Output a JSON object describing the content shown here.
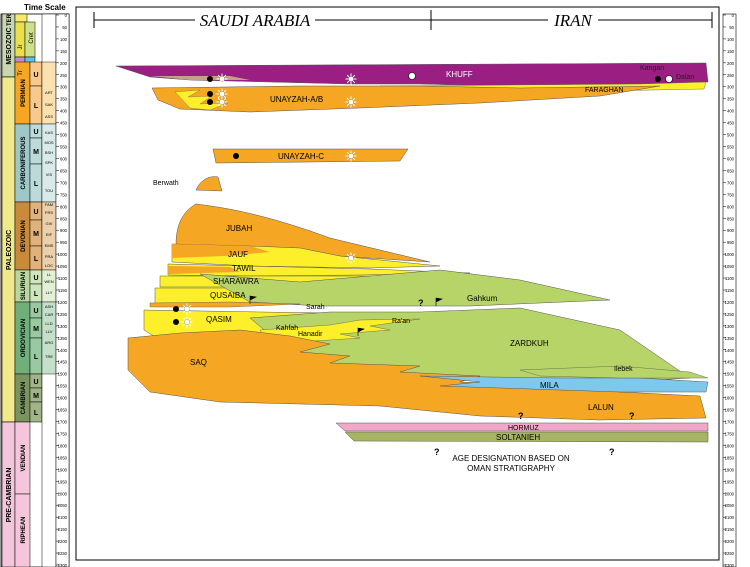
{
  "header": {
    "time_scale_label": "Time Scale",
    "country_left": "SAUDI ARABIA",
    "country_right": "IRAN"
  },
  "scale": {
    "ticks": [
      0,
      50,
      100,
      150,
      200,
      250,
      300,
      350,
      400,
      450,
      500,
      550,
      600,
      650,
      700,
      750,
      800,
      850,
      900,
      950,
      1000,
      1050,
      1100,
      1150,
      1200,
      1250,
      1300,
      1350,
      1400,
      1450,
      1500,
      1550,
      1600,
      1650,
      1700,
      1750,
      1800,
      1850,
      1900,
      1950,
      2000,
      2050,
      2100,
      2150,
      2200,
      2250,
      2300
    ]
  },
  "time_column": {
    "eras": [
      "MESOZOIC",
      "PALEOZOIC",
      "PRE-CAMBRIAN"
    ],
    "era_suffix": "TER",
    "periods": [
      "Tr",
      "Jr",
      "Cret",
      "PERMIAN",
      "CARBONIFEROUS",
      "DEVONIAN",
      "SILURIAN",
      "ORDOVICIAN",
      "CAMBRIAN",
      "VENDIAN",
      "RIPHEAN"
    ],
    "epochs": [
      "U",
      "L",
      "U",
      "M",
      "L",
      "U",
      "M",
      "L",
      "U",
      "L",
      "U",
      "M",
      "L",
      "U",
      "M",
      "L"
    ],
    "stages": [
      "ART",
      "SAK",
      "ASS",
      "KAS",
      "MOS",
      "BSH",
      "SPK",
      "VIS",
      "TOU",
      "FAM",
      "FRS",
      "GIV",
      "EIF",
      "EMS",
      "PRA",
      "LOC",
      "LL",
      "WEN",
      "LLY",
      "ASH",
      "CAR",
      "LLD",
      "LLV",
      "ARG",
      "TRE"
    ]
  },
  "units": {
    "khuff": "KHUFF",
    "kangan": "Kangan",
    "dalan": "Dalan",
    "faraghan": "FARAGHAN",
    "unayzah_ab": "UNAYZAH-A/B",
    "unayzah_c": "UNAYZAH-C",
    "berwath": "Berwath",
    "jubah": "JUBAH",
    "jauf": "JAUF",
    "tawil": "TAWIL",
    "sharawra": "SHARAWRA",
    "qusaiba": "QUSAIBA",
    "sarah": "Sarah",
    "gahkum": "Gahkum",
    "qasim": "QASIM",
    "raan": "Ra'an",
    "kahfah": "Kahfah",
    "hanadir": "Hanadir",
    "zardkuh": "ZARDKUH",
    "saq": "SAQ",
    "ilebek": "Ilebek",
    "mila": "MILA",
    "lalun": "LALUN",
    "hormuz": "HORMUZ",
    "soltanieh": "SOLTANIEH"
  },
  "note": {
    "line1": "AGE DESIGNATION BASED ON",
    "line2": "OMAN STRATIGRAPHY"
  },
  "question_mark": "?",
  "colors": {
    "khuff": "#9b1e82",
    "orange": "#f5a623",
    "yellow": "#fdf02a",
    "green": "#b7d468",
    "blue": "#7ec8ee",
    "pink": "#f0a7c8",
    "olive": "#a7b464"
  }
}
